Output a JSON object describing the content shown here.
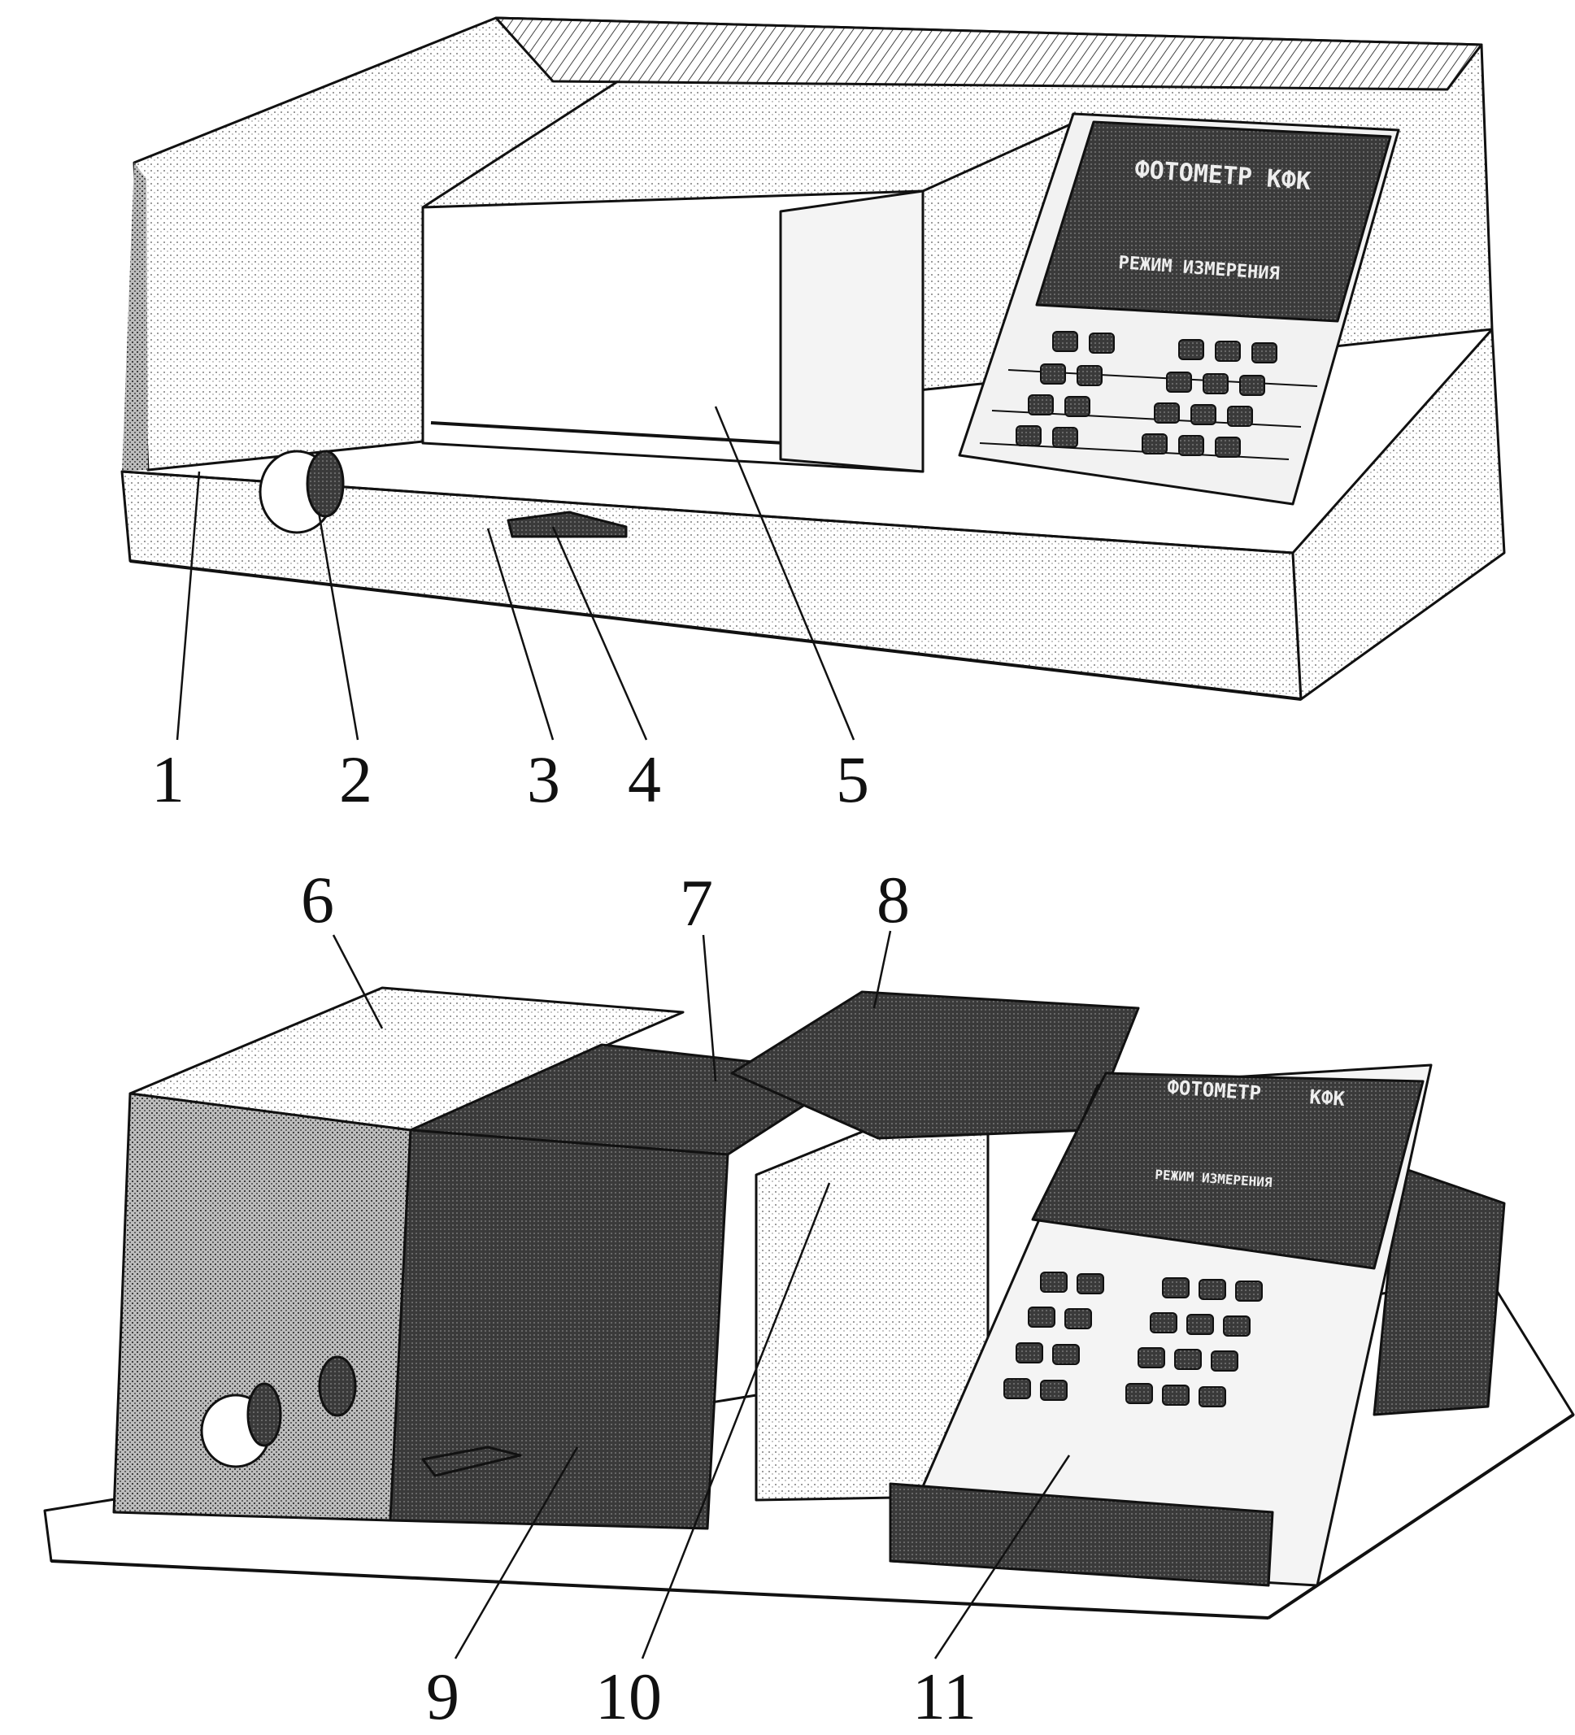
{
  "display_text": {
    "top_brand": "ФОТОМЕТР КФК",
    "top_mode": "РЕЖИМ ИЗМЕРЕНИЯ",
    "bottom_brand": "ФОТОМЕТР",
    "bottom_model": "КФК",
    "bottom_mode": "РЕЖИМ ИЗМЕРЕНИЯ"
  },
  "callouts": [
    "1",
    "2",
    "3",
    "4",
    "5",
    "6",
    "7",
    "8",
    "9",
    "10",
    "11"
  ],
  "colors": {
    "ink": "#111111",
    "panel": "#2a2a2a",
    "paper": "#ffffff"
  }
}
